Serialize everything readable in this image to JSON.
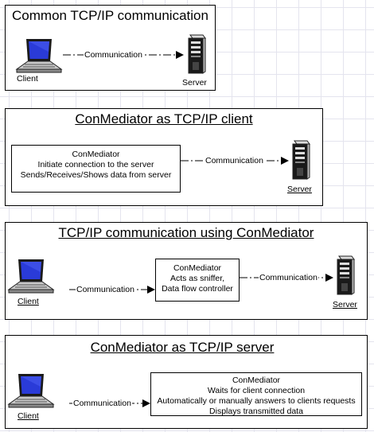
{
  "panels": [
    {
      "title": "Common TCP/IP communication",
      "client_label": "Client",
      "server_label": "Server",
      "link_label": "Communication"
    },
    {
      "title": "ConMediator as TCP/IP client",
      "box_lines": [
        "ConMediator",
        "Initiate connection to the server",
        "Sends/Receives/Shows data from server"
      ],
      "server_label": "Server",
      "link_label": "Communication"
    },
    {
      "title": "TCP/IP communication using ConMediator",
      "client_label": "Client",
      "box_lines": [
        "ConMediator",
        "Acts as sniffer,",
        "Data flow controller"
      ],
      "server_label": "Server",
      "link_left_label": "Communication",
      "link_right_label": "Communication"
    },
    {
      "title": "ConMediator as TCP/IP server",
      "client_label": "Client",
      "box_lines": [
        "ConMediator",
        "Waits for client connection",
        "Automatically or manually answers to clients requests",
        "Displays transmitted data"
      ],
      "link_label": "Communication"
    }
  ],
  "icons": {
    "client": "laptop-icon",
    "server": "server-tower-icon"
  }
}
